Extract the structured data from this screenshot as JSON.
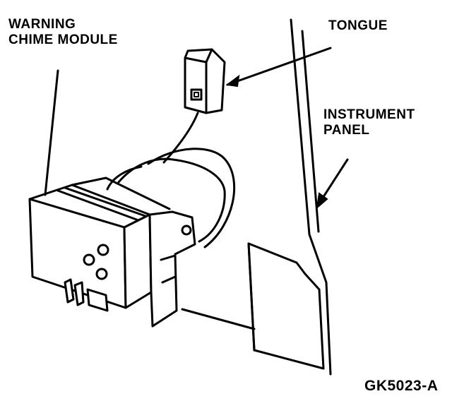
{
  "labels": {
    "chime_line1": "WARNING",
    "chime_line2": "CHIME MODULE",
    "tongue": "TONGUE",
    "panel_line1": "INSTRUMENT",
    "panel_line2": "PANEL",
    "figure_code": "GK5023-A"
  }
}
